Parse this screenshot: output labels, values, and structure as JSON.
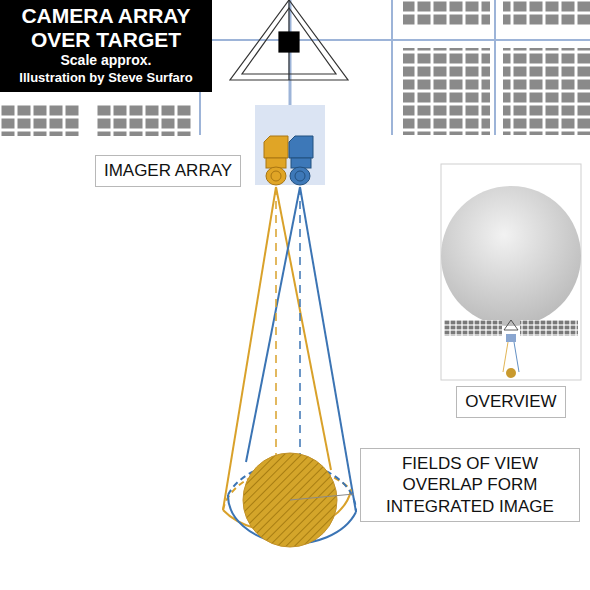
{
  "diagram": {
    "nodes": [
      {
        "text": [
          "CAMERA ARRAY OVER TARGET",
          "Scale approx.",
          "Illustration by Steve Surfaro"
        ]
      },
      {
        "text": [
          "IMAGER ARRAY"
        ]
      },
      {
        "text": [
          "OVERVIEW"
        ]
      },
      {
        "text": [
          "FIELDS OF VIEW OVERLAP FORM INTEGRATED IMAGE"
        ]
      }
    ]
  }
}
